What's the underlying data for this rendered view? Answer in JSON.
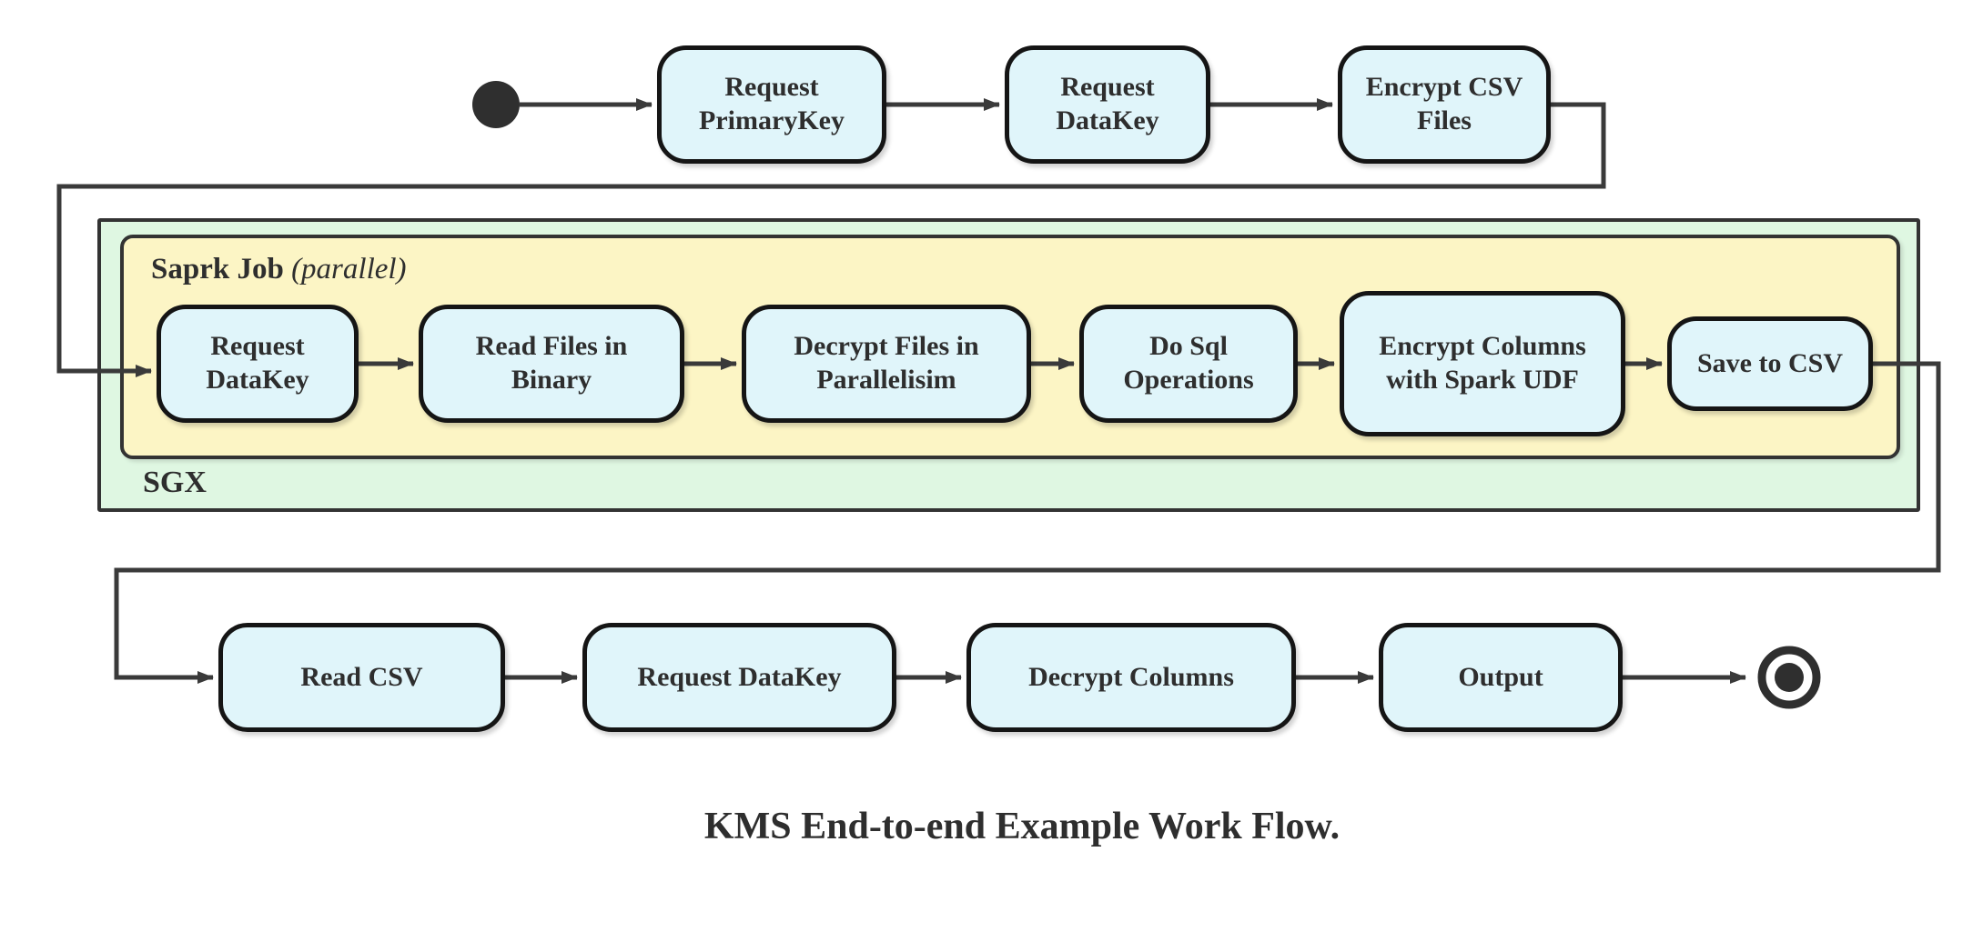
{
  "caption": "KMS End-to-end Example Work Flow.",
  "groups": {
    "sgx_label": "SGX",
    "spark_label": "Saprk Job",
    "spark_label_paren": "(parallel)"
  },
  "nodes": {
    "row1": [
      {
        "label": "Request PrimaryKey"
      },
      {
        "label": "Request DataKey"
      },
      {
        "label": "Encrypt CSV Files"
      }
    ],
    "row2": [
      {
        "label": "Request DataKey"
      },
      {
        "label": "Read Files in Binary"
      },
      {
        "label": "Decrypt Files in Parallelisim"
      },
      {
        "label": "Do Sql Operations"
      },
      {
        "label": "Encrypt Columns with Spark UDF"
      },
      {
        "label": "Save to CSV"
      }
    ],
    "row3": [
      {
        "label": "Read CSV"
      },
      {
        "label": "Request DataKey"
      },
      {
        "label": "Decrypt Columns"
      },
      {
        "label": "Output"
      }
    ]
  },
  "colors": {
    "node_fill": "#e0f5fa",
    "node_stroke": "#151515",
    "spark_fill": "#fcf5c5",
    "sgx_fill": "#dff7e2",
    "frame_stroke": "#333333",
    "line": "#3a3a3a",
    "text": "#2e2e2e"
  }
}
